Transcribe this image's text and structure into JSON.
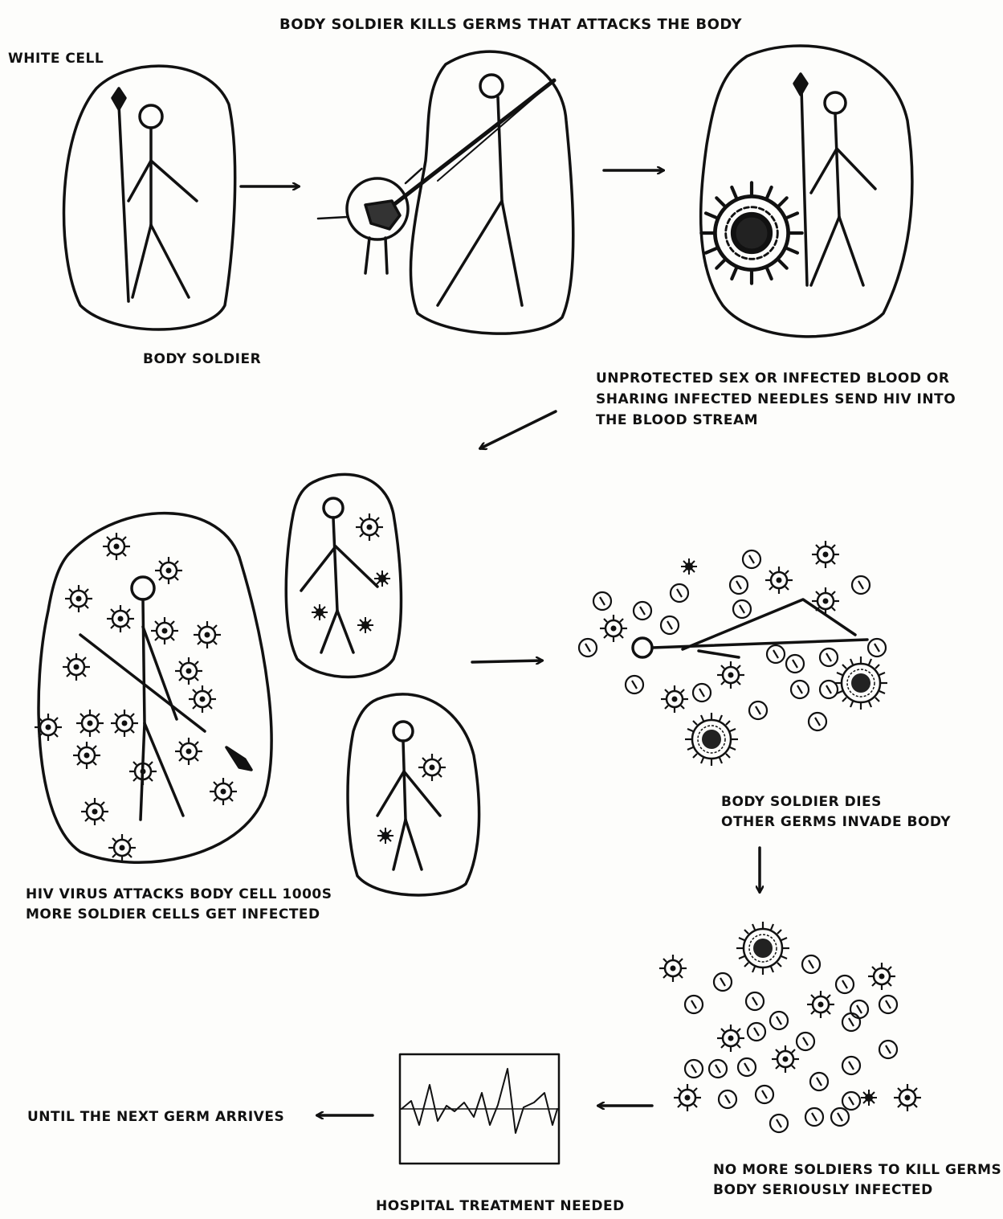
{
  "labels": {
    "title": "BODY SOLDIER KILLS GERMS THAT ATTACKS THE BODY",
    "white_cell": "WHITE CELL",
    "body_soldier": "BODY SOLDIER",
    "transmission_line1": "UNPROTECTED SEX OR INFECTED BLOOD OR",
    "transmission_line2": "SHARING INFECTED NEEDLES SEND HIV INTO",
    "transmission_line3": "THE BLOOD STREAM",
    "hiv_attack_line1": "HIV VIRUS ATTACKS BODY CELL 1000s",
    "hiv_attack_line2": "MORE SOLDIER CELLS GET INFECTED",
    "soldier_dies_line1": "BODY SOLDIER DIES",
    "soldier_dies_line2": "OTHER GERMS INVADE BODY",
    "no_soldiers_line1": "NO MORE SOLDIERS TO KILL GERMS",
    "no_soldiers_line2": "BODY SERIOUSLY INFECTED",
    "hospital": "HOSPITAL TREATMENT NEEDED",
    "next_germ": "UNTIL THE NEXT GERM ARRIVES"
  },
  "colors": {
    "ink": "#111111",
    "paper": "#fdfdfb"
  }
}
